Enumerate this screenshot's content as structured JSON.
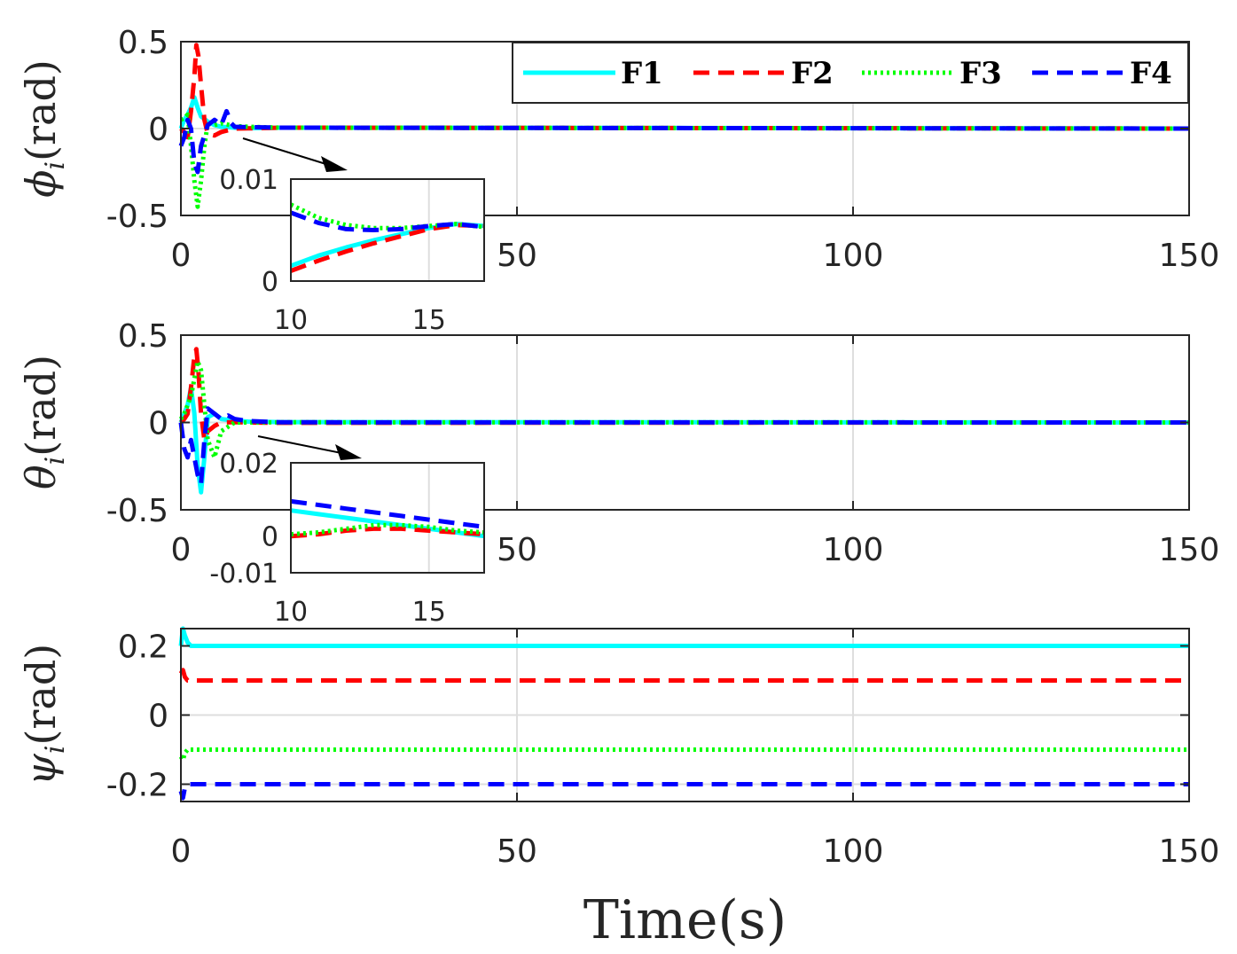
{
  "chart_data": [
    {
      "type": "line",
      "ylabel_symbol": "ϕ",
      "ylabel_sub": "i",
      "ylabel_unit": "(rad)",
      "xlabel": "",
      "xlim": [
        0,
        150
      ],
      "ylim": [
        -0.5,
        0.5
      ],
      "xticks": [
        "0",
        "50",
        "100",
        "150"
      ],
      "yticks": [
        "0.5",
        "0",
        "-0.5"
      ],
      "grid": true,
      "legend": {
        "position": "top-right",
        "entries": [
          "F1",
          "F2",
          "F3",
          "F4"
        ]
      },
      "series": [
        {
          "name": "F1",
          "color": "#00ffff",
          "style": "solid",
          "x": [
            0,
            0.5,
            1,
            1.5,
            2,
            2.5,
            3,
            4,
            5,
            6,
            8,
            10,
            15,
            150
          ],
          "y": [
            0,
            0.05,
            0.08,
            0.12,
            0.18,
            0.12,
            0.07,
            0.04,
            0.02,
            0.01,
            0.005,
            0.002,
            0.005,
            0
          ]
        },
        {
          "name": "F2",
          "color": "#ff0000",
          "style": "dashed",
          "x": [
            0,
            0.5,
            1,
            1.5,
            2,
            2.3,
            2.6,
            3,
            3.5,
            4,
            5,
            6,
            8,
            10,
            15,
            150
          ],
          "y": [
            0,
            -0.02,
            -0.05,
            0.1,
            0.3,
            0.48,
            0.42,
            0.25,
            0.05,
            -0.03,
            -0.04,
            -0.02,
            0,
            0.001,
            0.005,
            0
          ]
        },
        {
          "name": "F3",
          "color": "#00ff00",
          "style": "dotted",
          "x": [
            0,
            0.5,
            1,
            1.5,
            2,
            2.5,
            3,
            3.5,
            4,
            5,
            6,
            8,
            10,
            15,
            150
          ],
          "y": [
            0.05,
            0.06,
            0.08,
            -0.1,
            -0.3,
            -0.45,
            -0.3,
            -0.1,
            0.03,
            0.02,
            0.03,
            0.015,
            0.01,
            0.005,
            0
          ]
        },
        {
          "name": "F4",
          "color": "#0000ff",
          "style": "dashed",
          "x": [
            0,
            0.5,
            1,
            1.5,
            2,
            2.5,
            3,
            4,
            5,
            6,
            6.8,
            7.5,
            8,
            10,
            15,
            150
          ],
          "y": [
            -0.1,
            -0.05,
            0.05,
            0.0,
            -0.2,
            -0.25,
            -0.1,
            0.02,
            0.05,
            0.02,
            0.1,
            0.03,
            0.01,
            0.008,
            0.005,
            0
          ]
        }
      ],
      "inset": {
        "xlim": [
          10,
          17
        ],
        "ylim": [
          0,
          0.01
        ],
        "xticks": [
          "10",
          "15"
        ],
        "yticks": [
          "0.01",
          "0"
        ],
        "series": [
          {
            "name": "F1",
            "color": "#00ffff",
            "style": "solid",
            "x": [
              10,
              11,
              12,
              13,
              14,
              15,
              16,
              17
            ],
            "y": [
              0.0015,
              0.0025,
              0.0033,
              0.004,
              0.0046,
              0.0052,
              0.0056,
              0.0054
            ]
          },
          {
            "name": "F2",
            "color": "#ff0000",
            "style": "dashed",
            "x": [
              10,
              11,
              12,
              13,
              14,
              15,
              16,
              17
            ],
            "y": [
              0.001,
              0.002,
              0.0029,
              0.0037,
              0.0044,
              0.0051,
              0.0055,
              0.0054
            ]
          },
          {
            "name": "F3",
            "color": "#00ff00",
            "style": "dotted",
            "x": [
              10,
              11,
              12,
              13,
              14,
              15,
              16,
              17
            ],
            "y": [
              0.0075,
              0.0062,
              0.0055,
              0.0052,
              0.0052,
              0.0054,
              0.0056,
              0.0053
            ]
          },
          {
            "name": "F4",
            "color": "#0000ff",
            "style": "dashed",
            "x": [
              10,
              11,
              12,
              13,
              14,
              15,
              16,
              17
            ],
            "y": [
              0.0067,
              0.0057,
              0.0051,
              0.005,
              0.0051,
              0.0054,
              0.0056,
              0.0053
            ]
          }
        ]
      }
    },
    {
      "type": "line",
      "ylabel_symbol": "θ",
      "ylabel_sub": "i",
      "ylabel_unit": "(rad)",
      "xlabel": "",
      "xlim": [
        0,
        150
      ],
      "ylim": [
        -0.5,
        0.5
      ],
      "xticks": [
        "0",
        "50",
        "100",
        "150"
      ],
      "yticks": [
        "0.5",
        "0",
        "-0.5"
      ],
      "grid": true,
      "series": [
        {
          "name": "F1",
          "color": "#00ffff",
          "style": "solid",
          "x": [
            0,
            0.5,
            1,
            1.5,
            2,
            2.5,
            3,
            3.5,
            4,
            5,
            6,
            8,
            10,
            15,
            150
          ],
          "y": [
            0,
            0.05,
            0.1,
            0.2,
            0.05,
            -0.25,
            -0.4,
            -0.2,
            0.03,
            0.05,
            0.02,
            0.01,
            0.005,
            0.002,
            0
          ]
        },
        {
          "name": "F2",
          "color": "#ff0000",
          "style": "dashed",
          "x": [
            0,
            0.5,
            1,
            1.5,
            2,
            2.3,
            2.6,
            3,
            3.5,
            4,
            5,
            6,
            8,
            10,
            15,
            150
          ],
          "y": [
            0,
            0.02,
            0.05,
            0.2,
            0.38,
            0.42,
            0.3,
            0.05,
            -0.1,
            -0.05,
            -0.02,
            0,
            0.002,
            0,
            -0.002,
            0
          ]
        },
        {
          "name": "F3",
          "color": "#00ff00",
          "style": "dotted",
          "x": [
            0,
            0.5,
            1,
            1.5,
            2,
            2.5,
            3,
            3.5,
            4,
            5,
            6,
            8,
            10,
            15,
            150
          ],
          "y": [
            0.02,
            0.05,
            0.1,
            0.15,
            0.25,
            0.35,
            0.3,
            0.1,
            -0.1,
            -0.2,
            -0.05,
            0.0,
            0.0,
            0.001,
            0
          ]
        },
        {
          "name": "F4",
          "color": "#0000ff",
          "style": "dashed",
          "x": [
            0,
            0.5,
            1,
            1.5,
            2,
            2.5,
            3,
            3.5,
            4,
            5,
            6,
            7,
            8,
            10,
            15,
            150
          ],
          "y": [
            0,
            -0.15,
            -0.2,
            -0.1,
            -0.2,
            -0.3,
            -0.35,
            -0.1,
            0.08,
            0.05,
            0.02,
            0.04,
            0.02,
            0.008,
            0.001,
            0
          ]
        }
      ],
      "inset": {
        "xlim": [
          10,
          17
        ],
        "ylim": [
          -0.01,
          0.02
        ],
        "xticks": [
          "10",
          "15"
        ],
        "yticks": [
          "0.02",
          "0",
          "-0.01"
        ],
        "series": [
          {
            "name": "F1",
            "color": "#00ffff",
            "style": "solid",
            "x": [
              10,
              11,
              12,
              13,
              14,
              15,
              16,
              17
            ],
            "y": [
              0.007,
              0.006,
              0.005,
              0.004,
              0.003,
              0.002,
              0.001,
              0.0
            ]
          },
          {
            "name": "F2",
            "color": "#ff0000",
            "style": "dashed",
            "x": [
              10,
              11,
              12,
              13,
              14,
              15,
              16,
              17
            ],
            "y": [
              0.0,
              0.0005,
              0.0015,
              0.002,
              0.002,
              0.0015,
              0.001,
              0.0005
            ]
          },
          {
            "name": "F3",
            "color": "#00ff00",
            "style": "dotted",
            "x": [
              10,
              11,
              12,
              13,
              14,
              15,
              16,
              17
            ],
            "y": [
              0.0005,
              0.001,
              0.002,
              0.003,
              0.003,
              0.0025,
              0.0015,
              0.001
            ]
          },
          {
            "name": "F4",
            "color": "#0000ff",
            "style": "dashed",
            "x": [
              10,
              11,
              12,
              13,
              14,
              15,
              16,
              17
            ],
            "y": [
              0.0095,
              0.0085,
              0.0075,
              0.0065,
              0.0055,
              0.0045,
              0.0035,
              0.0025
            ]
          }
        ]
      }
    },
    {
      "type": "line",
      "ylabel_symbol": "ψ",
      "ylabel_sub": "i",
      "ylabel_unit": "(rad)",
      "xlabel": "Time(s)",
      "xlim": [
        0,
        150
      ],
      "ylim": [
        -0.25,
        0.25
      ],
      "xticks": [
        "0",
        "50",
        "100",
        "150"
      ],
      "yticks": [
        "0.2",
        "0",
        "-0.2"
      ],
      "grid": true,
      "series": [
        {
          "name": "F1",
          "color": "#00ffff",
          "style": "solid",
          "x": [
            0,
            0.3,
            0.6,
            1,
            1.5,
            2,
            150
          ],
          "y": [
            0.2,
            0.25,
            0.23,
            0.21,
            0.2,
            0.2,
            0.2
          ]
        },
        {
          "name": "F2",
          "color": "#ff0000",
          "style": "dashed",
          "x": [
            0,
            0.3,
            0.6,
            1,
            2,
            150
          ],
          "y": [
            0.12,
            0.13,
            0.11,
            0.1,
            0.1,
            0.1
          ]
        },
        {
          "name": "F3",
          "color": "#00ff00",
          "style": "dotted",
          "x": [
            0,
            0.3,
            0.6,
            1,
            2,
            150
          ],
          "y": [
            -0.12,
            -0.13,
            -0.11,
            -0.1,
            -0.1,
            -0.1
          ]
        },
        {
          "name": "F4",
          "color": "#0000ff",
          "style": "dashed",
          "x": [
            0,
            0.3,
            0.6,
            1,
            2,
            150
          ],
          "y": [
            -0.22,
            -0.24,
            -0.21,
            -0.2,
            -0.2,
            -0.2
          ]
        }
      ]
    }
  ]
}
